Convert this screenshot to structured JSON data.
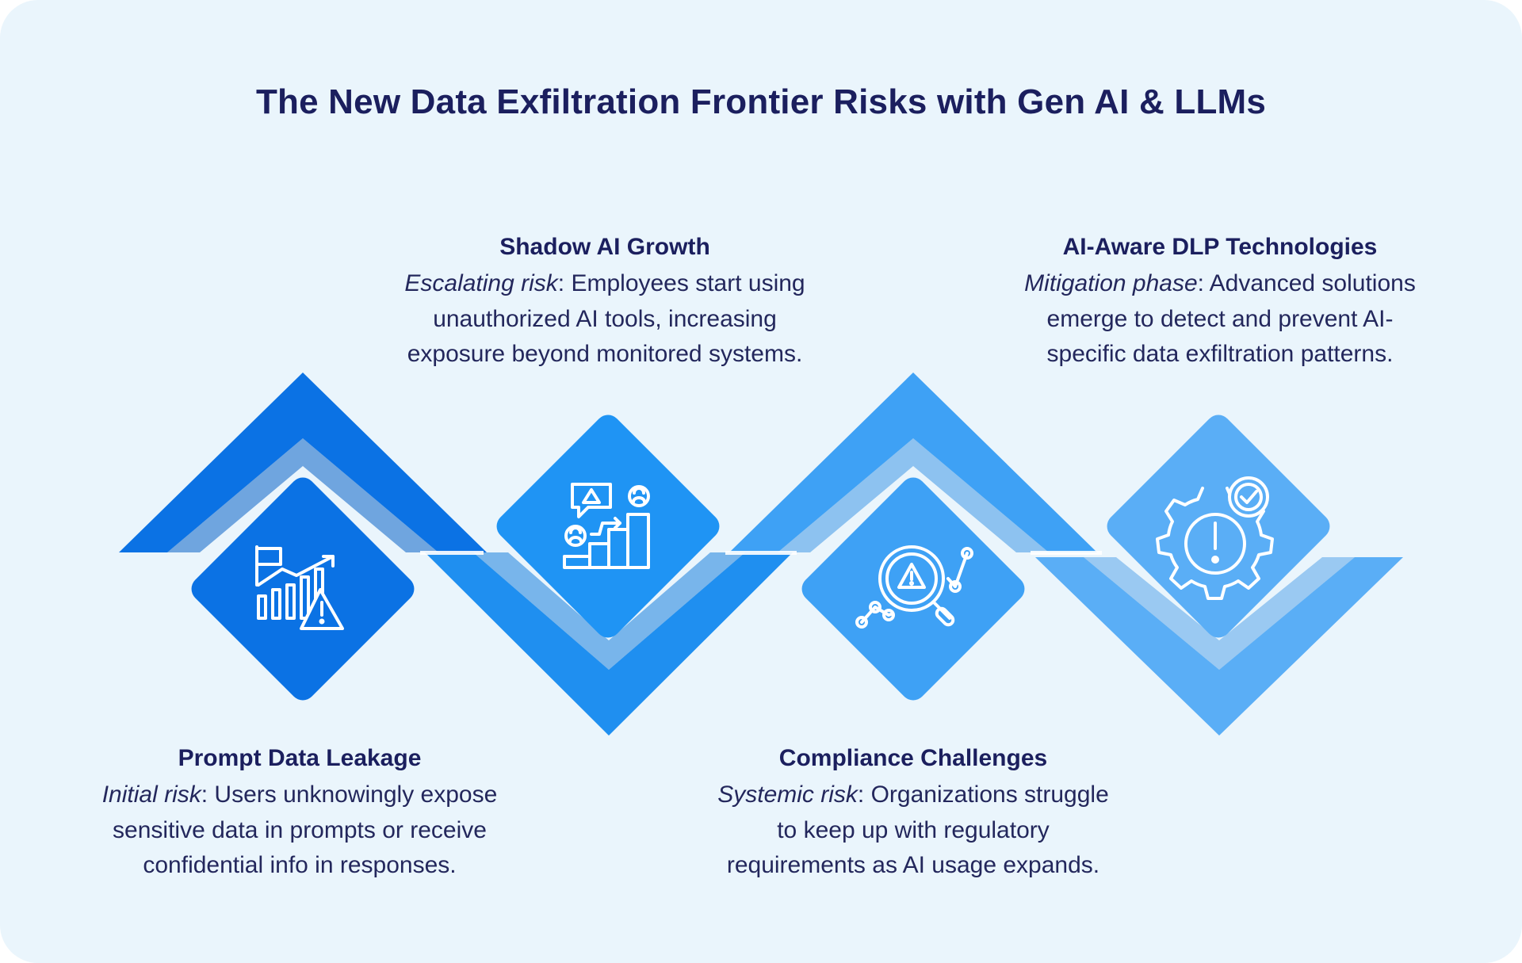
{
  "title": "The New Data Exfiltration Frontier Risks with Gen AI & LLMs",
  "colors": {
    "background": "#eaf5fc",
    "heading": "#1b1f5e",
    "stage1": "#0b72e4",
    "stage2": "#1f94f4",
    "stage3": "#3ea1f5",
    "stage4": "#5aaef6"
  },
  "stages": [
    {
      "heading": "Prompt Data Leakage",
      "lead": "Initial risk",
      "desc_lines": [
        ": Users unknowingly expose",
        "sensitive data in prompts or receive",
        "confidential info in responses."
      ],
      "icon": "chart-warning-icon"
    },
    {
      "heading": "Shadow AI Growth",
      "lead": "Escalating risk",
      "desc_lines": [
        ": Employees start using",
        "unauthorized AI tools, increasing",
        "exposure beyond monitored systems."
      ],
      "icon": "users-growth-warning-icon"
    },
    {
      "heading": "Compliance Challenges",
      "lead": "Systemic risk",
      "desc_lines": [
        ": Organizations struggle",
        "to keep up with regulatory",
        "requirements as AI usage expands."
      ],
      "icon": "magnifier-warning-icon"
    },
    {
      "heading": "AI-Aware DLP Technologies",
      "lead": "Mitigation phase",
      "desc_lines": [
        ":  Advanced solutions",
        "emerge to detect and prevent AI-",
        "specific data exfiltration patterns."
      ],
      "icon": "gear-check-alert-icon"
    }
  ]
}
